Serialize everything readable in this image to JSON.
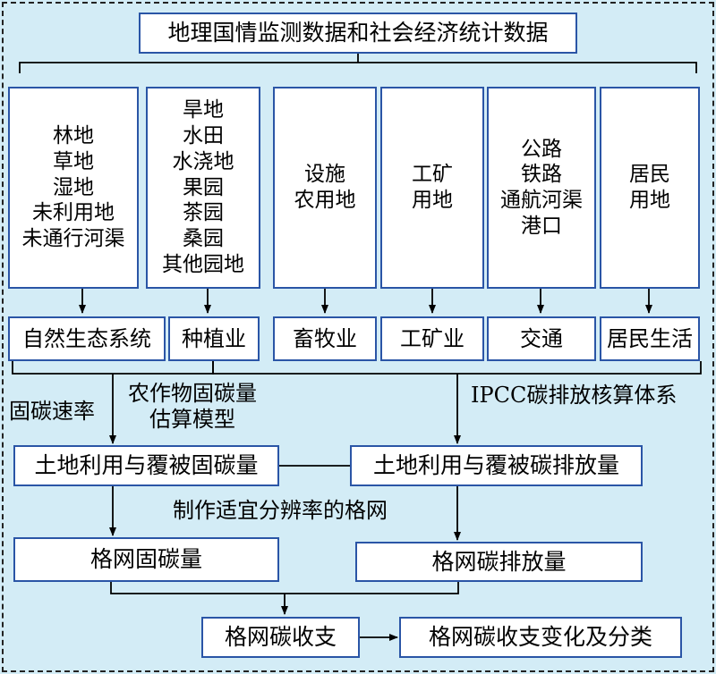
{
  "top_box": "地理国情监测数据和社会经济统计数据",
  "land_types": {
    "forest": [
      "林地",
      "草地",
      "湿地",
      "未利用地",
      "未通行河渠"
    ],
    "crop": [
      "旱地",
      "水田",
      "水浇地",
      "果园",
      "茶园",
      "桑园",
      "其他园地"
    ],
    "facility": [
      "设施",
      "农用地"
    ],
    "mining": [
      "工矿",
      "用地"
    ],
    "transport": [
      "公路",
      "铁路",
      "通航河渠",
      "港口"
    ],
    "residential": [
      "居民",
      "用地"
    ]
  },
  "sectors": [
    "自然生态系统",
    "种植业",
    "畜牧业",
    "工矿业",
    "交通",
    "居民生活"
  ],
  "labels": {
    "sequestration_rate": "固碳速率",
    "crop_model": [
      "农作物固碳量",
      "估算模型"
    ],
    "ipcc": "IPCC碳排放核算体系",
    "grid_resolution": "制作适宜分辨率的格网"
  },
  "nodes": {
    "land_sequestration": "土地利用与覆被固碳量",
    "land_emission": "土地利用与覆被碳排放量",
    "grid_sequestration": "格网固碳量",
    "grid_emission": "格网碳排放量",
    "grid_budget": "格网碳收支",
    "budget_change": "格网碳收支变化及分类"
  }
}
